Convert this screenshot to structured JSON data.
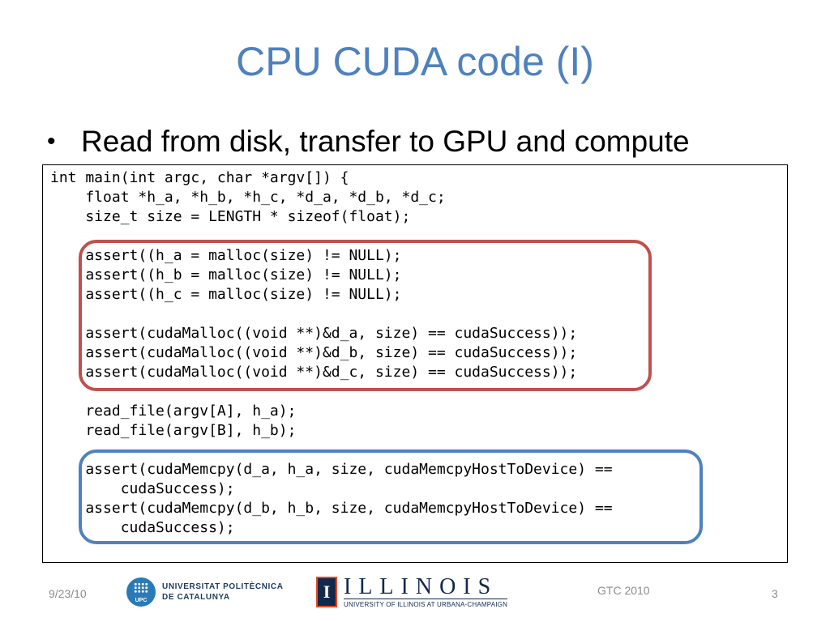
{
  "slide": {
    "title": "CPU CUDA code (I)",
    "bullet": "Read from disk, transfer to GPU and compute"
  },
  "code": {
    "lines": [
      "int main(int argc, char *argv[]) {",
      "    float *h_a, *h_b, *h_c, *d_a, *d_b, *d_c;",
      "    size_t size = LENGTH * sizeof(float);",
      "",
      "    assert((h_a = malloc(size) != NULL);",
      "    assert((h_b = malloc(size) != NULL);",
      "    assert((h_c = malloc(size) != NULL);",
      "",
      "    assert(cudaMalloc((void **)&d_a, size) == cudaSuccess));",
      "    assert(cudaMalloc((void **)&d_b, size) == cudaSuccess));",
      "    assert(cudaMalloc((void **)&d_c, size) == cudaSuccess));",
      "",
      "    read_file(argv[A], h_a);",
      "    read_file(argv[B], h_b);",
      "",
      "    assert(cudaMemcpy(d_a, h_a, size, cudaMemcpyHostToDevice) ==",
      "        cudaSuccess);",
      "    assert(cudaMemcpy(d_b, h_b, size, cudaMemcpyHostToDevice) ==",
      "        cudaSuccess);"
    ]
  },
  "footer": {
    "date": "9/23/10",
    "conference": "GTC 2010",
    "page_number": "3",
    "upc_line1": "UNIVERSITAT POLITÈCNICA",
    "upc_line2": "DE CATALUNYA",
    "upc_abbr": "UPC",
    "illinois_name": "ILLINOIS",
    "illinois_sub": "UNIVERSITY OF ILLINOIS AT URBANA-CHAMPAIGN"
  },
  "colors": {
    "title": "#4f81bd",
    "highlight_red": "#c0504d",
    "highlight_blue": "#4f81bd"
  }
}
